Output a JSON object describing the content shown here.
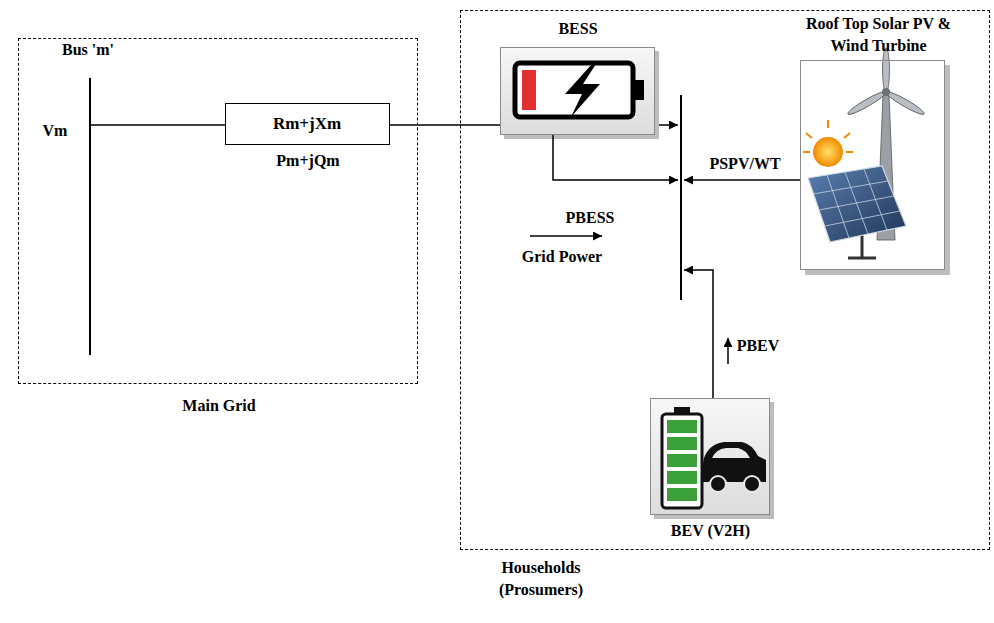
{
  "diagram": {
    "nodes": [
      {
        "text": [
          "Main Grid"
        ]
      },
      {
        "text": [
          "Rm+jXm"
        ],
        "in": 0
      },
      {
        "text": [
          "Households (Prosumers)"
        ]
      },
      {
        "text": [
          "BESS"
        ],
        "in": 2
      },
      {
        "text": [
          "Roof Top Solar PV & Wind Turbine"
        ],
        "in": 2
      },
      {
        "text": [
          "BEV (V2H)"
        ],
        "in": 2
      }
    ],
    "labels": [
      "Bus 'm'",
      "Vm",
      "Pm+jQm",
      "PBESS",
      "PSPV/WT",
      "Grid Power",
      "PBEV"
    ]
  }
}
